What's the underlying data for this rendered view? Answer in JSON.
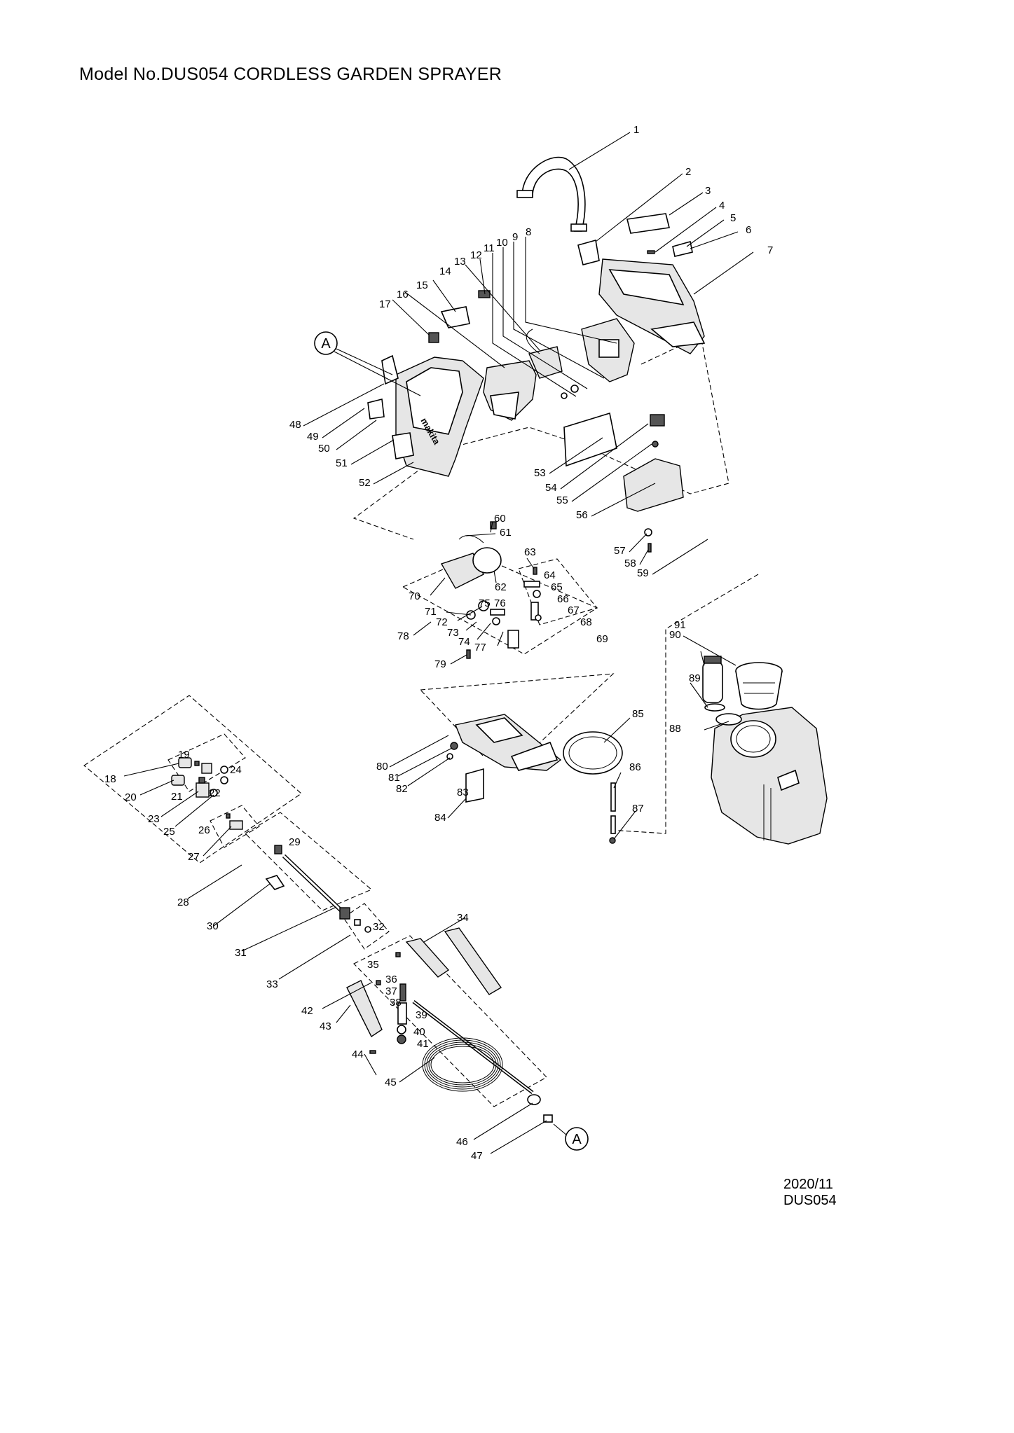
{
  "header": {
    "title": "Model No.DUS054 CORDLESS GARDEN SPRAYER"
  },
  "footer": {
    "date": "2020/11",
    "model": "DUS054"
  },
  "ref_marks": {
    "upper": "A",
    "lower": "A"
  },
  "part_numbers": [
    "1",
    "2",
    "3",
    "4",
    "5",
    "6",
    "7",
    "8",
    "9",
    "10",
    "11",
    "12",
    "13",
    "14",
    "15",
    "16",
    "17",
    "18",
    "19",
    "20",
    "21",
    "22",
    "23",
    "24",
    "25",
    "26",
    "27",
    "28",
    "29",
    "30",
    "31",
    "32",
    "33",
    "34",
    "35",
    "36",
    "37",
    "38",
    "39",
    "40",
    "41",
    "42",
    "43",
    "44",
    "45",
    "46",
    "47",
    "48",
    "49",
    "50",
    "51",
    "52",
    "53",
    "54",
    "55",
    "56",
    "57",
    "58",
    "59",
    "60",
    "61",
    "62",
    "63",
    "64",
    "65",
    "66",
    "67",
    "68",
    "69",
    "70",
    "71",
    "72",
    "73",
    "74",
    "75",
    "76",
    "77",
    "78",
    "79",
    "80",
    "81",
    "82",
    "83",
    "84",
    "85",
    "86",
    "87",
    "88",
    "89",
    "90",
    "91"
  ],
  "brand_marking": "makita",
  "icons": {
    "strap": "shoulder-strap-icon",
    "tank": "tank-icon",
    "pump": "pump-motor-icon",
    "hose": "hose-coil-icon",
    "lance": "spray-lance-icon"
  }
}
